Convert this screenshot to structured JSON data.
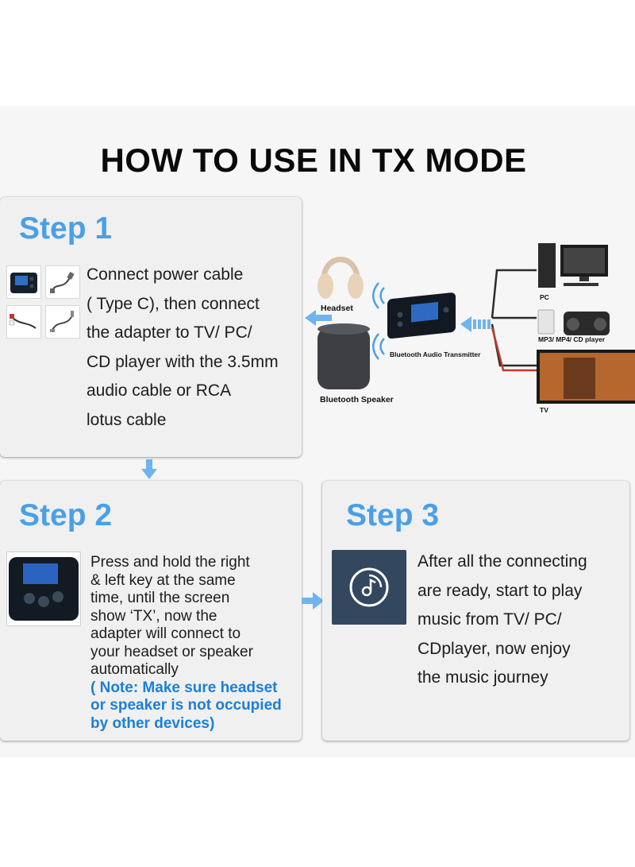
{
  "title": "HOW TO USE IN TX MODE",
  "step1": {
    "label": "Step 1",
    "lines": [
      "Connect power cable",
      "( Type C), then connect",
      "the adapter to TV/ PC/",
      "CD player with the  3.5mm",
      " audio cable or RCA",
      " lotus cable"
    ]
  },
  "diagram": {
    "headset": "Headset",
    "speaker": "Bluetooth Speaker",
    "transmitter": "Bluetooth Audio Transmitter",
    "pc": "PC",
    "mp3": "MP3/ MP4/ CD player",
    "tv": "TV"
  },
  "step2": {
    "label": "Step 2",
    "lines": [
      "Press and hold the right",
      " & left key at the same",
      "time, until the screen",
      "show ‘TX’, now the",
      "adapter will connect to",
      "your headset or speaker",
      "automatically"
    ],
    "note_lines": [
      "( Note: Make sure headset",
      "or speaker is not occupied",
      "by other devices)"
    ]
  },
  "step3": {
    "label": "Step 3",
    "lines": [
      "After all the connecting",
      "are ready, start to play",
      "music from TV/ PC/",
      "CDplayer, now enjoy",
      "the music journey"
    ]
  },
  "colors": {
    "accent": "#4aa0e6",
    "note": "#1b7fd8",
    "arrow": "#6fb4ee",
    "music_tile": "#33475f"
  },
  "icons": {
    "step3_tile": "music-disc-icon",
    "arrows": "blue-arrow-icon"
  }
}
